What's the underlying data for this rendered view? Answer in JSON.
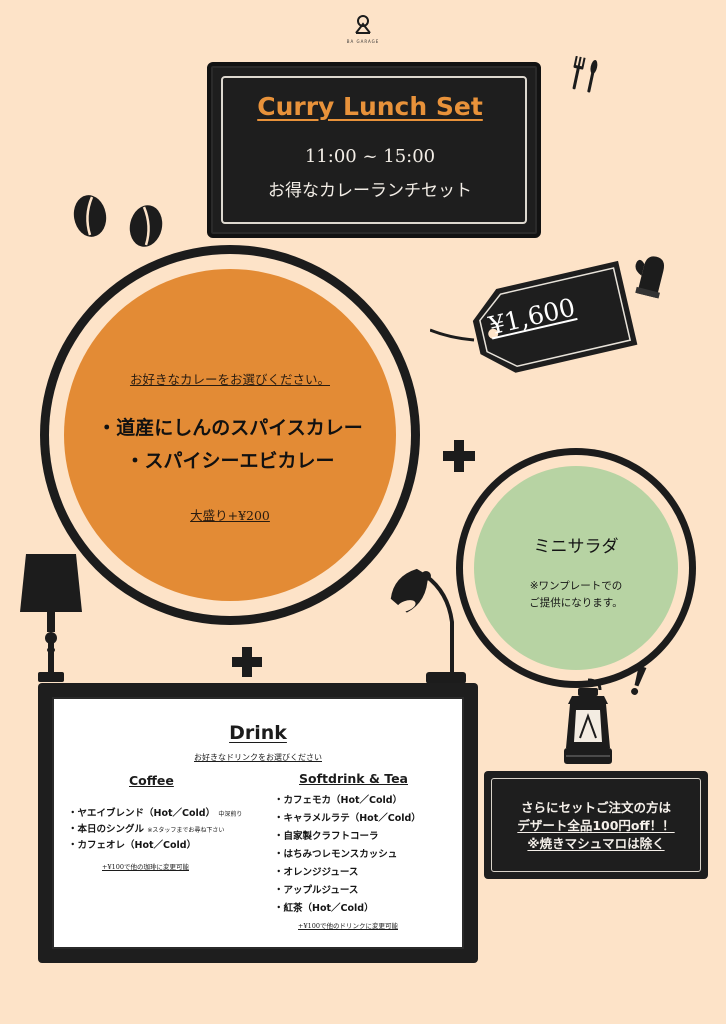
{
  "logo": {
    "icon": "ba-garage-logo",
    "text": "BA GARAGE"
  },
  "header": {
    "title": "Curry Lunch Set",
    "time": "11:00 ~ 15:00",
    "subtitle": "お得なカレーランチセット"
  },
  "curry": {
    "prompt": "お好きなカレーをお選びください。",
    "options": [
      "・道産にしんのスパイスカレー",
      "・スパイシーエビカレー"
    ],
    "large_portion": "大盛り+¥200"
  },
  "price_tag": {
    "price": "¥1,600"
  },
  "salad": {
    "title": "ミニサラダ",
    "note_line1": "※ワンプレートでの",
    "note_line2": "ご提供になります。"
  },
  "drink": {
    "title": "Drink",
    "prompt": "お好きなドリンクをお選びください",
    "coffee": {
      "title": "Coffee",
      "items": [
        {
          "label": "・ヤエイブレンド（Hot／Cold）",
          "note": "中深煎り"
        },
        {
          "label": "・本日のシングル",
          "note": "※スタッフまでお尋ね下さい"
        },
        {
          "label": "・カフェオレ（Hot／Cold）",
          "note": ""
        }
      ],
      "footnote": "+¥100で他の珈琲に変更可能"
    },
    "soft": {
      "title": "Softdrink & Tea",
      "items": [
        "・カフェモカ（Hot／Cold）",
        "・キャラメルラテ（Hot／Cold）",
        "・自家製クラフトコーラ",
        "・はちみつレモンスカッシュ",
        "・オレンジジュース",
        "・アップルジュース",
        "・紅茶（Hot／Cold）"
      ],
      "footnote": "+¥100で他のドリンクに変更可能"
    }
  },
  "dessert": {
    "line1": "さらにセットご注文の方は",
    "line2": "デザート全品100円off！！",
    "line3": "※焼きマシュマロは除く"
  },
  "colors": {
    "background": "#fde3c8",
    "board": "#1e1e1e",
    "accent_orange": "#e38b35",
    "title_orange": "#e8923a",
    "salad_green": "#b7d3a3"
  },
  "icons": [
    "ba-garage-logo",
    "cutlery-icon",
    "coffee-bean-icon",
    "oven-mitt-icon",
    "plus-icon",
    "floor-lamp-icon",
    "desk-lamp-icon",
    "lantern-icon",
    "exclamation-icon",
    "price-tag-icon"
  ]
}
